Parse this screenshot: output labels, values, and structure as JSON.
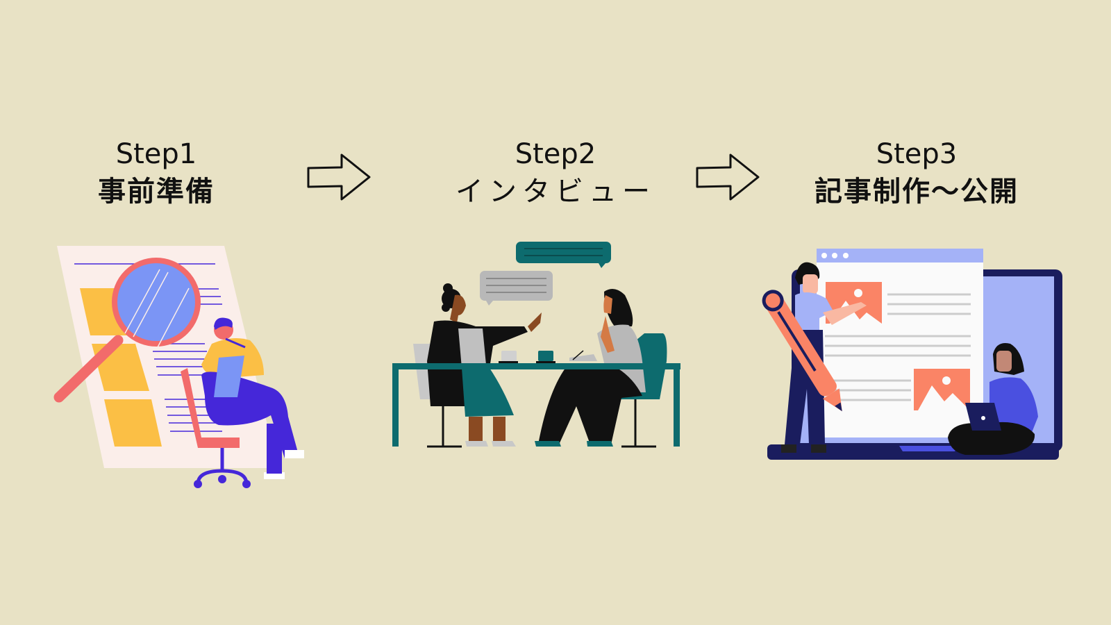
{
  "background_color": "#e8e2c5",
  "steps": [
    {
      "label": "Step1",
      "title": "事前準備",
      "illustration": "research-magnifier-illustration"
    },
    {
      "label": "Step2",
      "title": "インタビュー",
      "illustration": "interview-meeting-illustration"
    },
    {
      "label": "Step3",
      "title": "記事制作〜公開",
      "illustration": "article-writing-illustration"
    }
  ],
  "arrows": [
    {
      "icon": "right-arrow-outline-icon"
    },
    {
      "icon": "right-arrow-outline-icon"
    }
  ],
  "colors": {
    "coral": "#f26b6b",
    "yellow": "#fbbf45",
    "indigo": "#4527d9",
    "light_blue": "#7b95f5",
    "teal": "#0d6b6e",
    "gray": "#b8b8b8",
    "navy": "#1a1d5e",
    "salmon": "#fa8466",
    "periwinkle": "#a4b2f7"
  }
}
